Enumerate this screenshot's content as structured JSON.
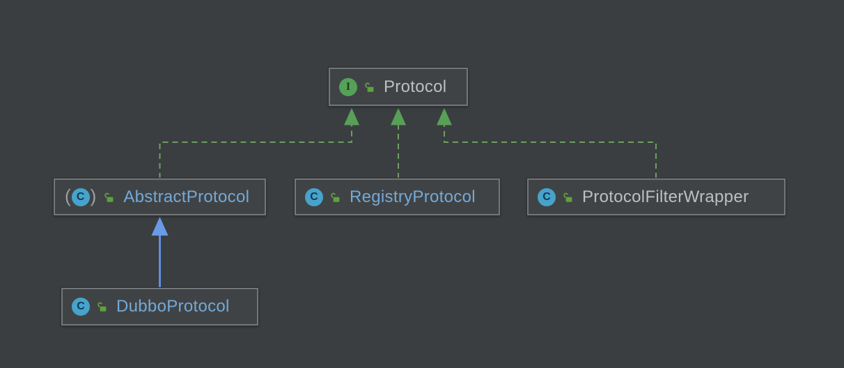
{
  "diagram": {
    "type": "uml-class-hierarchy",
    "theme": {
      "background": "#3b3e40",
      "node_fill": "#404345",
      "node_border": "#73777a",
      "interface_icon_color": "#55a158",
      "class_icon_color": "#47a3cc",
      "lock_icon_color": "#5fa23c",
      "implements_edge_color": "#6da05f",
      "extends_edge_color": "#5f90e2",
      "gray_label_color": "#bdbfc1",
      "blue_label_color": "#74a9d8"
    },
    "nodes": [
      {
        "id": "protocol",
        "label": "Protocol",
        "kind": "interface",
        "icon_letter": "I",
        "visibility": "public"
      },
      {
        "id": "abstract-protocol",
        "label": "AbstractProtocol",
        "kind": "abstract-class",
        "icon_letter": "C",
        "paren_open": "(",
        "paren_close": ")",
        "visibility": "public"
      },
      {
        "id": "registry-protocol",
        "label": "RegistryProtocol",
        "kind": "class",
        "icon_letter": "C",
        "visibility": "public"
      },
      {
        "id": "protocol-filter-wrapper",
        "label": "ProtocolFilterWrapper",
        "kind": "class",
        "icon_letter": "C",
        "visibility": "public"
      },
      {
        "id": "dubbo-protocol",
        "label": "DubboProtocol",
        "kind": "class",
        "icon_letter": "C",
        "visibility": "public"
      }
    ],
    "edges": [
      {
        "from": "AbstractProtocol",
        "to": "Protocol",
        "type": "implements",
        "style": "dashed-green-arrow"
      },
      {
        "from": "RegistryProtocol",
        "to": "Protocol",
        "type": "implements",
        "style": "dashed-green-arrow"
      },
      {
        "from": "ProtocolFilterWrapper",
        "to": "Protocol",
        "type": "implements",
        "style": "dashed-green-arrow"
      },
      {
        "from": "DubboProtocol",
        "to": "AbstractProtocol",
        "type": "extends",
        "style": "solid-blue-arrow"
      }
    ]
  }
}
